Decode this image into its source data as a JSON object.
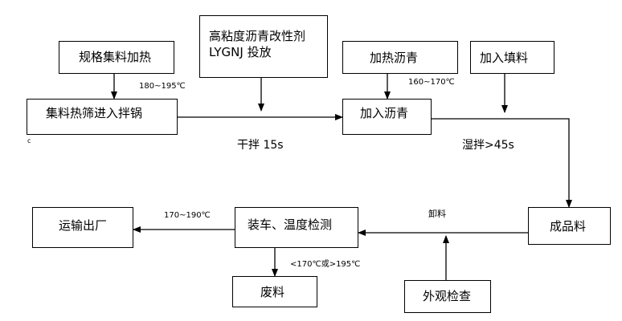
{
  "boxes": {
    "aggregate_heating": "规格集料加热",
    "binder_line1": "高粘度沥青改性剂",
    "binder_line2": "LYGNJ 投放",
    "asphalt_heating": "加热沥青",
    "add_filler": "加入填料",
    "aggregate_screening": "集料热筛进入拌锅",
    "add_asphalt": "加入沥青",
    "finished_product": "成品料",
    "loading_check": "装车、温度检测",
    "transport": "运输出厂",
    "waste": "废料",
    "visual_check": "外观检查"
  },
  "labels": {
    "aggregate_temp": "180~195℃",
    "asphalt_temp": "160~170℃",
    "dry_mix": "干拌  15s",
    "wet_mix": "湿拌>45s",
    "unload": "卸料",
    "transport_temp": "170~190℃",
    "reject_temp": "<170℃或>195℃",
    "stray_mark": "c"
  }
}
